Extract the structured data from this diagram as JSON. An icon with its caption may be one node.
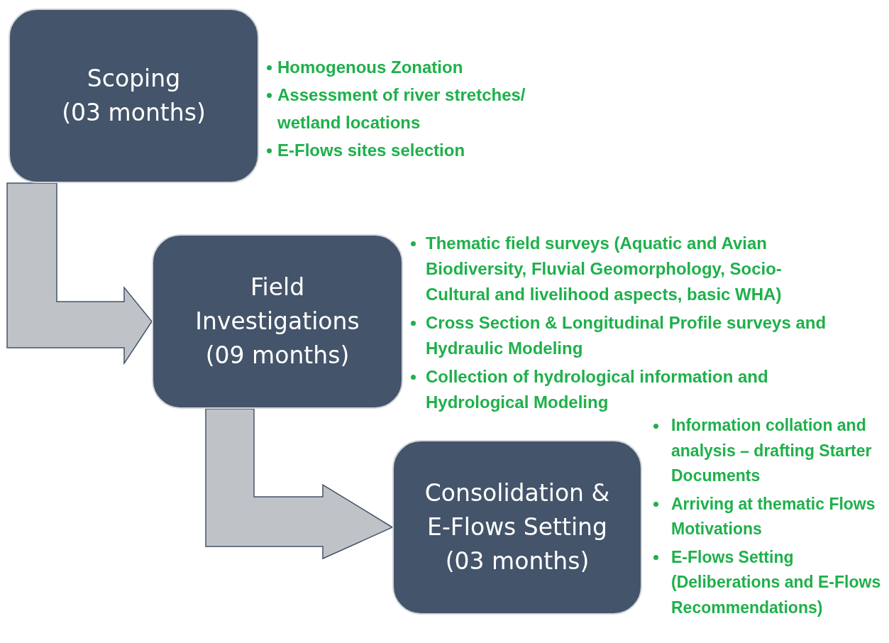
{
  "diagram": {
    "nodes": [
      {
        "text": [
          "Scoping",
          "(03 months)"
        ],
        "beside": [
          "Homogenous Zonation",
          "Assessment of river stretches/ wetland locations",
          "E-Flows sites selection"
        ]
      },
      {
        "text": [
          "Field Investigations",
          "(09 months)"
        ],
        "beside": [
          "Thematic field surveys (Aquatic and Avian Biodiversity, Fluvial Geomorphology, Socio-Cultural and livelihood aspects, basic WHA)",
          "Cross Section & Longitudinal Profile surveys and Hydraulic Modeling",
          "Collection of hydrological information and Hydrological Modeling"
        ]
      },
      {
        "text": [
          "Consolidation & E-Flows Setting",
          "(03 months)"
        ],
        "beside": [
          "Information collation and analysis – drafting Starter Documents",
          "Arriving at thematic Flows Motivations",
          "E-Flows Setting (Deliberations and E-Flows Recommendations)"
        ]
      }
    ],
    "edges": [
      {
        "from": 0,
        "to": 1,
        "arrow": "to"
      },
      {
        "from": 1,
        "to": 2,
        "arrow": "to"
      }
    ]
  }
}
